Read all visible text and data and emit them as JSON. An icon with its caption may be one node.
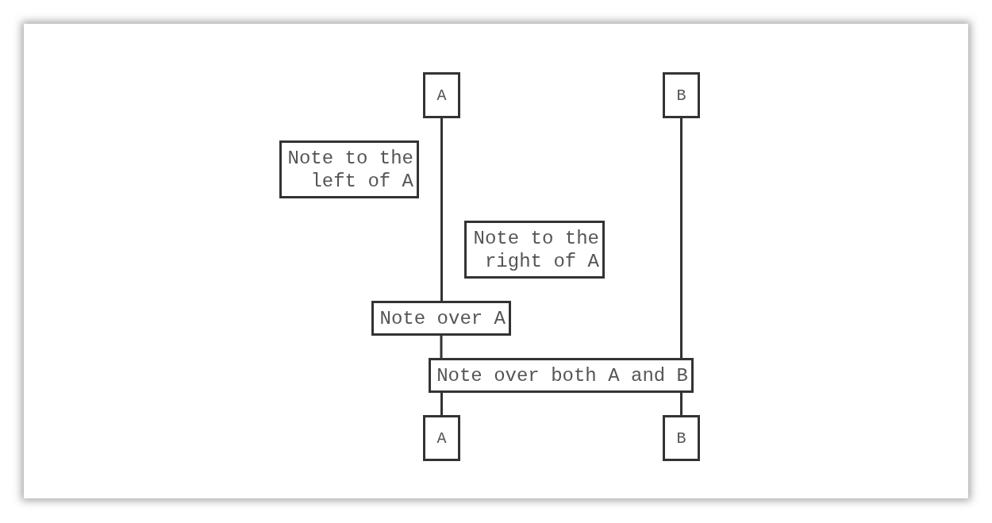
{
  "diagram": {
    "nodes": [
      {
        "text": [
          "A"
        ]
      },
      {
        "text": [
          "B"
        ]
      },
      {
        "text": [
          "Note to the left of A"
        ]
      },
      {
        "text": [
          "Note to the right of A"
        ]
      },
      {
        "text": [
          "Note over A"
        ]
      },
      {
        "text": [
          "Note over both A and B"
        ]
      },
      {
        "text": [
          "A"
        ]
      },
      {
        "text": [
          "B"
        ]
      }
    ],
    "edges": [
      {
        "from": 0,
        "to": 4,
        "arrow": "none"
      },
      {
        "from": 4,
        "to": 5,
        "arrow": "none"
      },
      {
        "from": 5,
        "to": 6,
        "arrow": "none"
      },
      {
        "from": 1,
        "to": 5,
        "arrow": "none"
      },
      {
        "from": 5,
        "to": 7,
        "arrow": "none"
      }
    ]
  }
}
